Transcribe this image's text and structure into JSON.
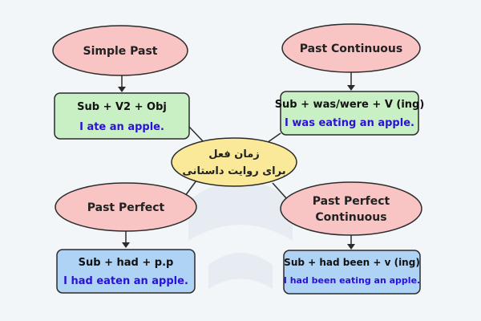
{
  "center": {
    "line1": "زمان فعل",
    "line2": "برای روایت داستانی"
  },
  "nodes": {
    "simple_past": {
      "title": "Simple Past",
      "formula": "Sub + V2 + Obj",
      "example": "I ate an apple."
    },
    "past_continuous": {
      "title": "Past Continuous",
      "formula": "Sub + was/were + V (ing)",
      "example": "I was eating an apple."
    },
    "past_perfect": {
      "title": "Past Perfect",
      "formula": "Sub + had + p.p",
      "example": "I had eaten an apple."
    },
    "past_perfect_continuous": {
      "title_line1": "Past Perfect",
      "title_line2": "Continuous",
      "formula": "Sub + had been + v (ing)",
      "example": "I had been eating an apple."
    }
  },
  "colors": {
    "ellipse_fill": "#f8c4c4",
    "green_box": "#c9efc5",
    "blue_box": "#aed3f5",
    "center_fill": "#fbe99a",
    "example_text": "#2a10d8"
  }
}
